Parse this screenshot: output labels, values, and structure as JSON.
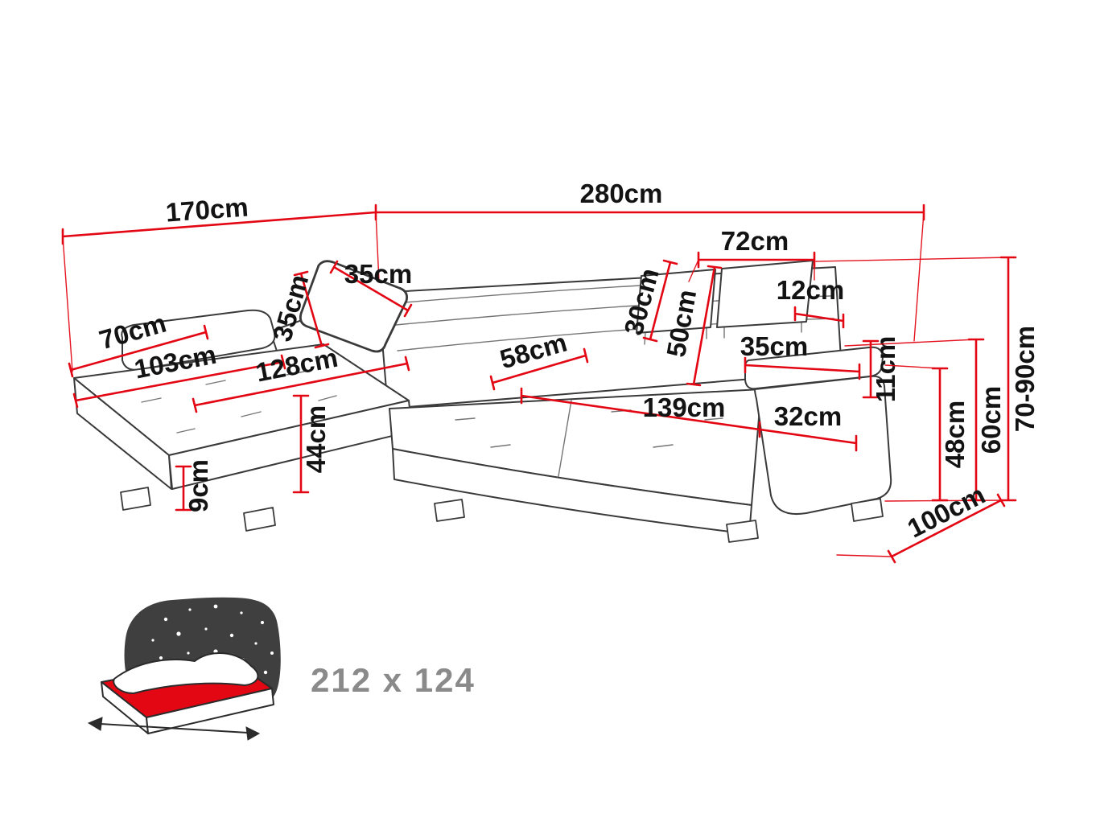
{
  "colors": {
    "accent": "#e30613",
    "line_art": "#3a3a3a",
    "icon_fill": "#3f3f3f",
    "icon_outline": "#2b2b2b",
    "sleeping_label": "#8a8a8a"
  },
  "diagram": {
    "labels": {
      "left_depth": "170cm",
      "total_width": "280cm",
      "headrest_pair_width": "72cm",
      "headrest_gap": "12cm",
      "headrest_height": "30cm",
      "backrest_height": "50cm",
      "pillow_width": "35cm",
      "pillow_height": "35cm",
      "chaise_end_width": "70cm",
      "chaise_width": "103cm",
      "chaise_length": "128cm",
      "seat_depth": "58cm",
      "seat_length": "139cm",
      "armrest_width": "32cm",
      "armrest_cushion_length": "35cm",
      "armrest_cushion_height": "11cm",
      "seat_height": "44cm",
      "leg_height": "9cm",
      "total_height": "70-90cm",
      "back_height": "60cm",
      "armrest_height": "48cm",
      "total_depth": "100cm"
    }
  },
  "sleeping_area": {
    "label": "212 x 124"
  }
}
